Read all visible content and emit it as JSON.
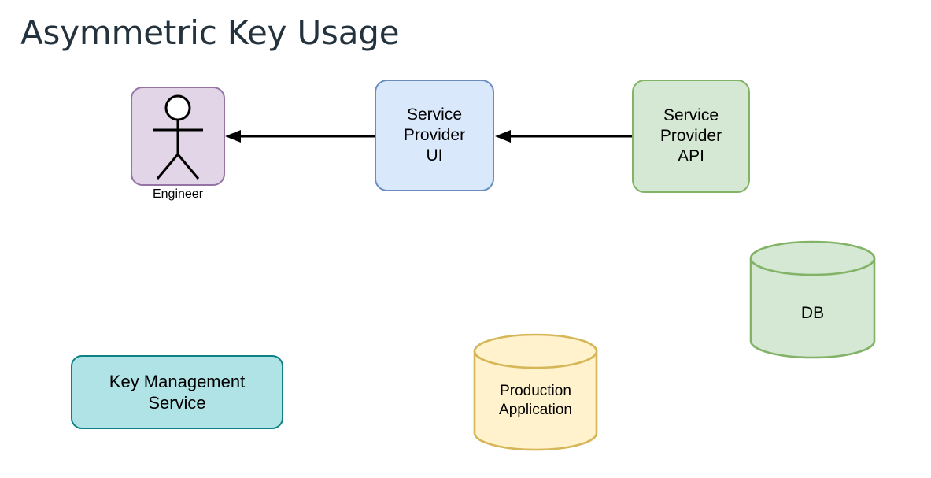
{
  "page": {
    "title": "Asymmetric Key Usage",
    "background": "#ffffff",
    "title_color": "#23323c"
  },
  "nodes": {
    "engineer": {
      "label": "Engineer",
      "shape": "actor",
      "icon": "stick-figure-icon",
      "fill": "#e1d5e7",
      "stroke": "#9673a6"
    },
    "service_provider_ui": {
      "label": "Service\nProvider\nUI",
      "shape": "rounded-rectangle",
      "fill": "#dae8fc",
      "stroke": "#6c8ebf"
    },
    "service_provider_api": {
      "label": "Service\nProvider\nAPI",
      "shape": "rounded-rectangle",
      "fill": "#d5e8d4",
      "stroke": "#82b366"
    },
    "key_management_service": {
      "label": "Key Management\nService",
      "shape": "rounded-rectangle",
      "fill": "#b0e3e6",
      "stroke": "#0e8088"
    },
    "database": {
      "label": "DB",
      "shape": "cylinder",
      "fill": "#d5e8d4",
      "stroke": "#82b366"
    },
    "production_application": {
      "label": "Production\nApplication",
      "shape": "cylinder",
      "fill": "#fff2cc",
      "stroke": "#d6b656"
    }
  },
  "edges": [
    {
      "name": "ui-to-engineer",
      "from": "service_provider_ui",
      "to": "engineer",
      "direction": "left",
      "style": "solid",
      "arrowhead": "filled-triangle",
      "color": "#000000"
    },
    {
      "name": "api-to-ui",
      "from": "service_provider_api",
      "to": "service_provider_ui",
      "direction": "left",
      "style": "solid",
      "arrowhead": "filled-triangle",
      "color": "#000000"
    }
  ]
}
